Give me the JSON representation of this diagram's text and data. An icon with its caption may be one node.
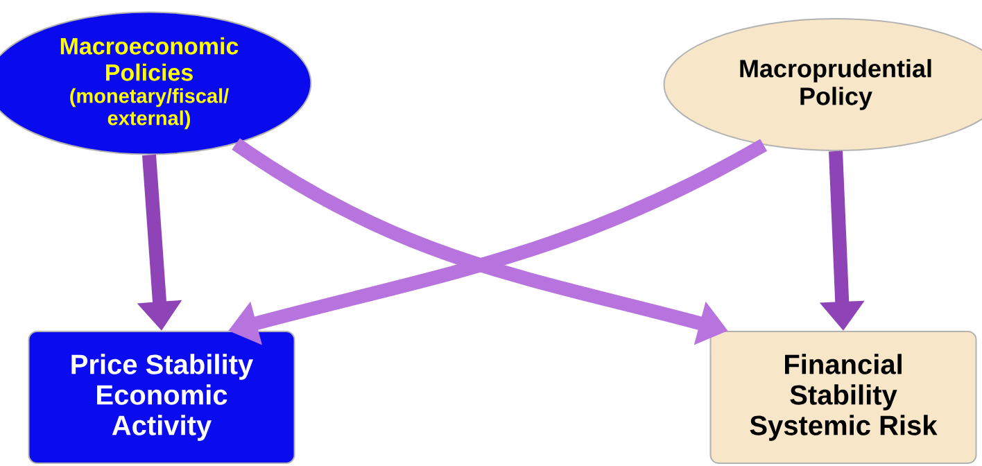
{
  "diagram": {
    "nodes": [
      {
        "text": [
          "Macroeconomic Policies",
          "(monetary/fiscal/ external)"
        ]
      },
      {
        "text": [
          "Macroprudential Policy"
        ]
      },
      {
        "text": [
          "Price Stability",
          "Economic Activity"
        ]
      },
      {
        "text": [
          "Financial Stability",
          "Systemic Risk"
        ]
      }
    ],
    "edges": [
      {
        "from": 0,
        "to": 2,
        "arrow": "to",
        "color": "#8e44b6"
      },
      {
        "from": 0,
        "to": 3,
        "arrow": "to",
        "color": "#b874de"
      },
      {
        "from": 1,
        "to": 3,
        "arrow": "to",
        "color": "#8e44b6"
      },
      {
        "from": 1,
        "to": 2,
        "arrow": "to",
        "color": "#b874de"
      }
    ]
  }
}
